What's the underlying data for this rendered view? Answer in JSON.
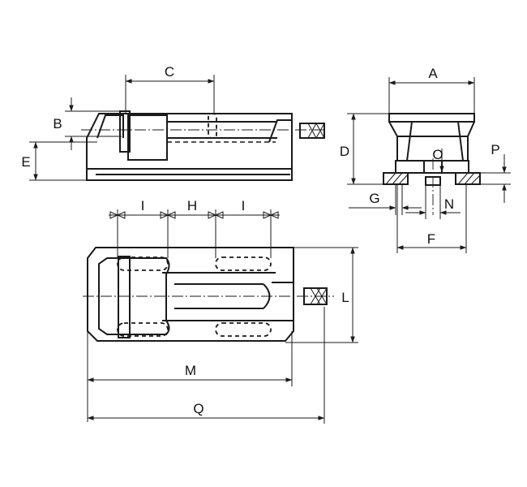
{
  "dimension_labels": {
    "A": "A",
    "B": "B",
    "C": "C",
    "D": "D",
    "E": "E",
    "F": "F",
    "G": "G",
    "H": "H",
    "I_left": "I",
    "I_right": "I",
    "L": "L",
    "M": "M",
    "N": "N",
    "O": "O",
    "P": "P",
    "Q": "Q"
  }
}
